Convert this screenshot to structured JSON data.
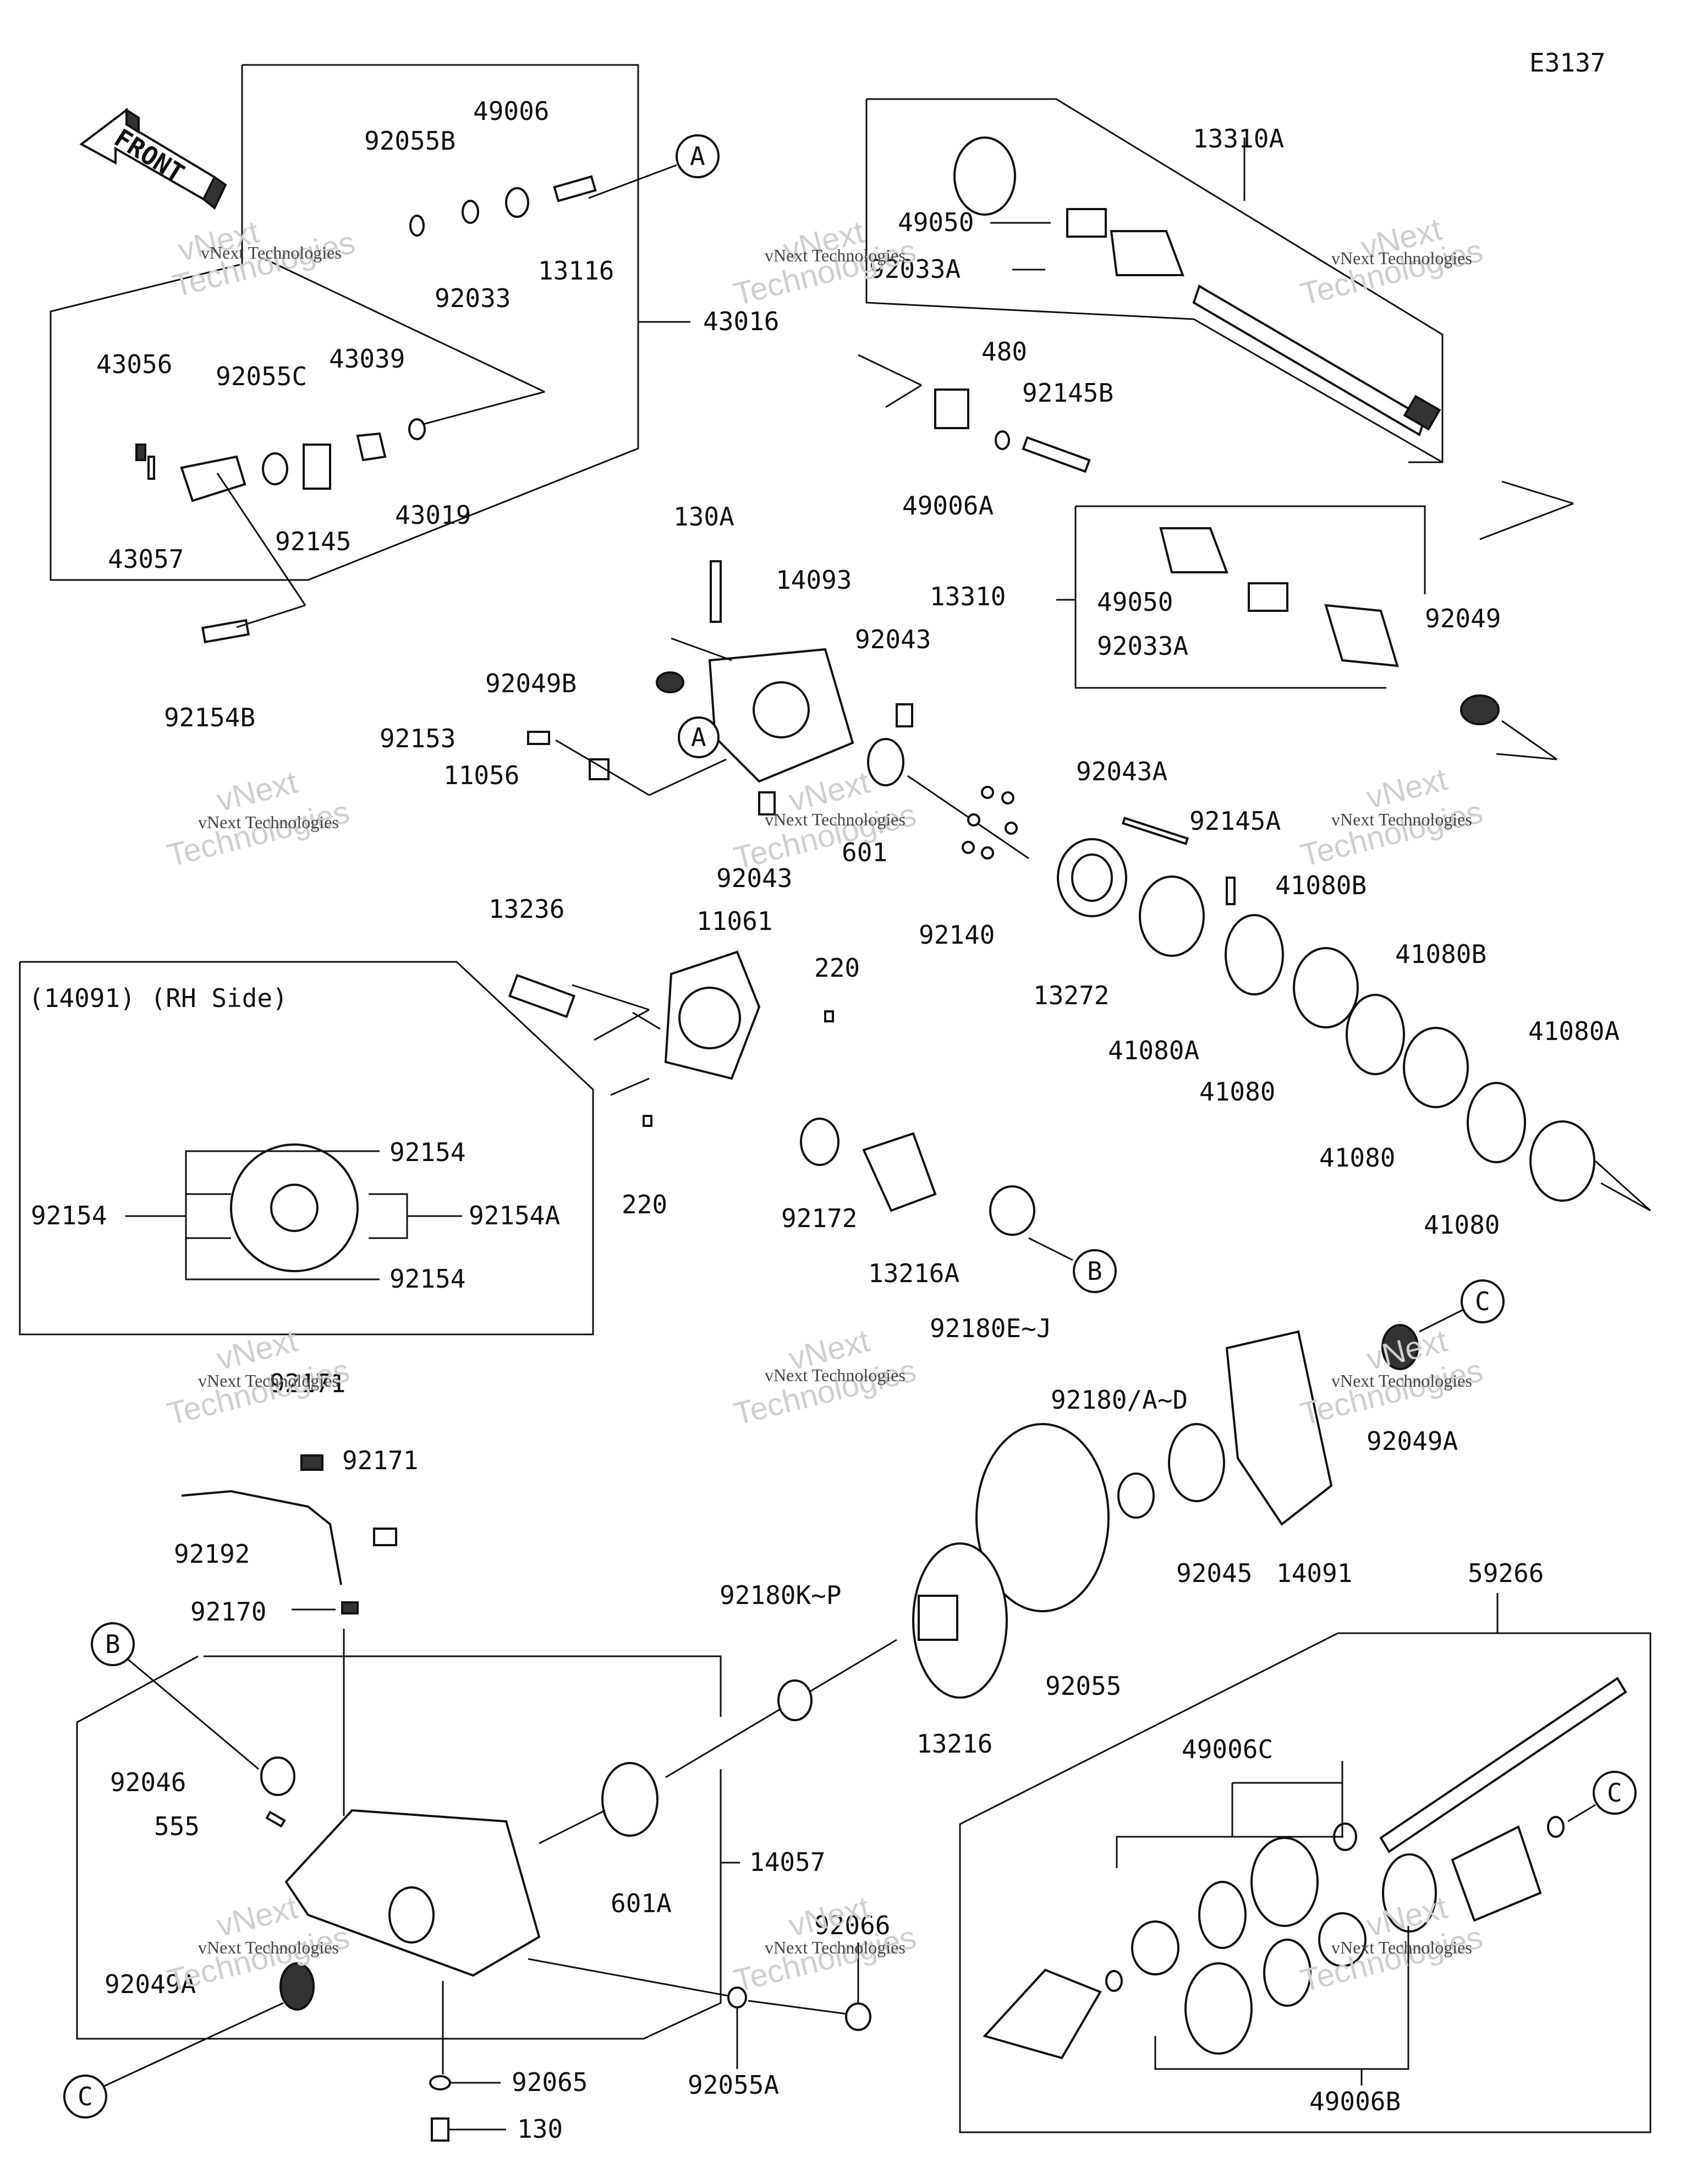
{
  "diagram_code": "E3137",
  "front_arrow": {
    "text": "FRONT"
  },
  "inset": {
    "title": "(14091) (RH Side)",
    "labels": [
      "92154",
      "92154",
      "92154A",
      "92154"
    ]
  },
  "callouts": {
    "A": "A",
    "B": "B",
    "C": "C"
  },
  "watermark": {
    "brand": "vNext Technologies",
    "big": "vNext",
    "big2": "Technologies"
  },
  "parts": [
    "92055B",
    "49006",
    "13116",
    "92033",
    "43016",
    "43056",
    "92055C",
    "43039",
    "43019",
    "92145",
    "43057",
    "92154B",
    "13310A",
    "49050",
    "92033A",
    "480",
    "92145B",
    "49006A",
    "13310",
    "49050",
    "92033A",
    "92049",
    "130A",
    "14093",
    "92043",
    "92049B",
    "92153",
    "11056",
    "92043",
    "601",
    "92140",
    "92043A",
    "92145A",
    "13272",
    "41080A",
    "41080B",
    "41080",
    "41080B",
    "41080",
    "41080A",
    "41080",
    "13236",
    "11061",
    "220",
    "220",
    "92172",
    "13216A",
    "92180E~J",
    "92171",
    "92171",
    "92192",
    "92170",
    "92180/A~D",
    "92045",
    "14091",
    "92049A",
    "92055",
    "92180K~P",
    "13216",
    "92046",
    "555",
    "601A",
    "14057",
    "92049A",
    "92066",
    "92055A",
    "92065",
    "130",
    "59266",
    "49006C",
    "49006B"
  ]
}
